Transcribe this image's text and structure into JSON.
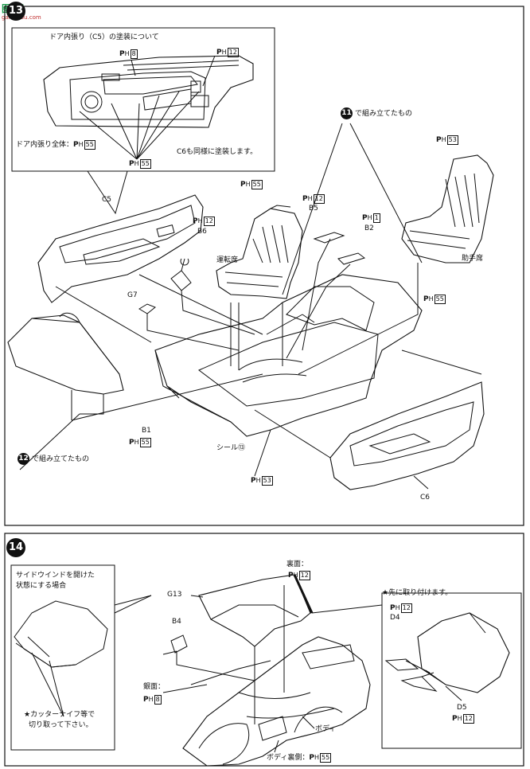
{
  "watermark": {
    "text": "图 网",
    "sub": "gan-shou.com"
  },
  "step13": {
    "number": "13",
    "inset_title": "ドア内張り（C5）の塗装について",
    "inset_ph_top1": "8",
    "inset_ph_top2": "12",
    "inset_door_all": "ドア内張り全体：",
    "inset_door_all_ph": "55",
    "inset_ph_bottom": "55",
    "inset_note": "C6も同様に塗装します。",
    "c5": "C5",
    "b6": "B6",
    "b6_ph": "12",
    "g7": "G7",
    "seat_ph": "55",
    "driver_seat": "運転席",
    "b5": "B5",
    "b5_ph": "12",
    "b2": "B2",
    "b2_ph": "1",
    "assembled11_num": "11",
    "assembled11": "で組み立てたもの",
    "passenger_ph": "53",
    "passenger_seat": "助手席",
    "floor_ph": "55",
    "b1": "B1",
    "b1_ph": "55",
    "seal": "シール⑬",
    "tub_ph": "53",
    "c6": "C6",
    "assembled12_num": "12",
    "assembled12": "で組み立てたもの"
  },
  "step14": {
    "number": "14",
    "inset_title1": "サイドウインドを開けた",
    "inset_title2": "状態にする場合",
    "inset_note1": "★カッターナイフ等で",
    "inset_note2": "切り取って下さい。",
    "g13": "G13",
    "rear_face": "裏面：",
    "rear_face_ph": "12",
    "b4": "B4",
    "silver": "銀面：",
    "silver_ph": "8",
    "body": "ボディ",
    "body_rear": "ボディ裏側：",
    "body_rear_ph": "55",
    "first_attach": "★先に取り付けます。",
    "d4_ph": "12",
    "d4": "D4",
    "d5": "D5",
    "d5_ph": "12"
  }
}
